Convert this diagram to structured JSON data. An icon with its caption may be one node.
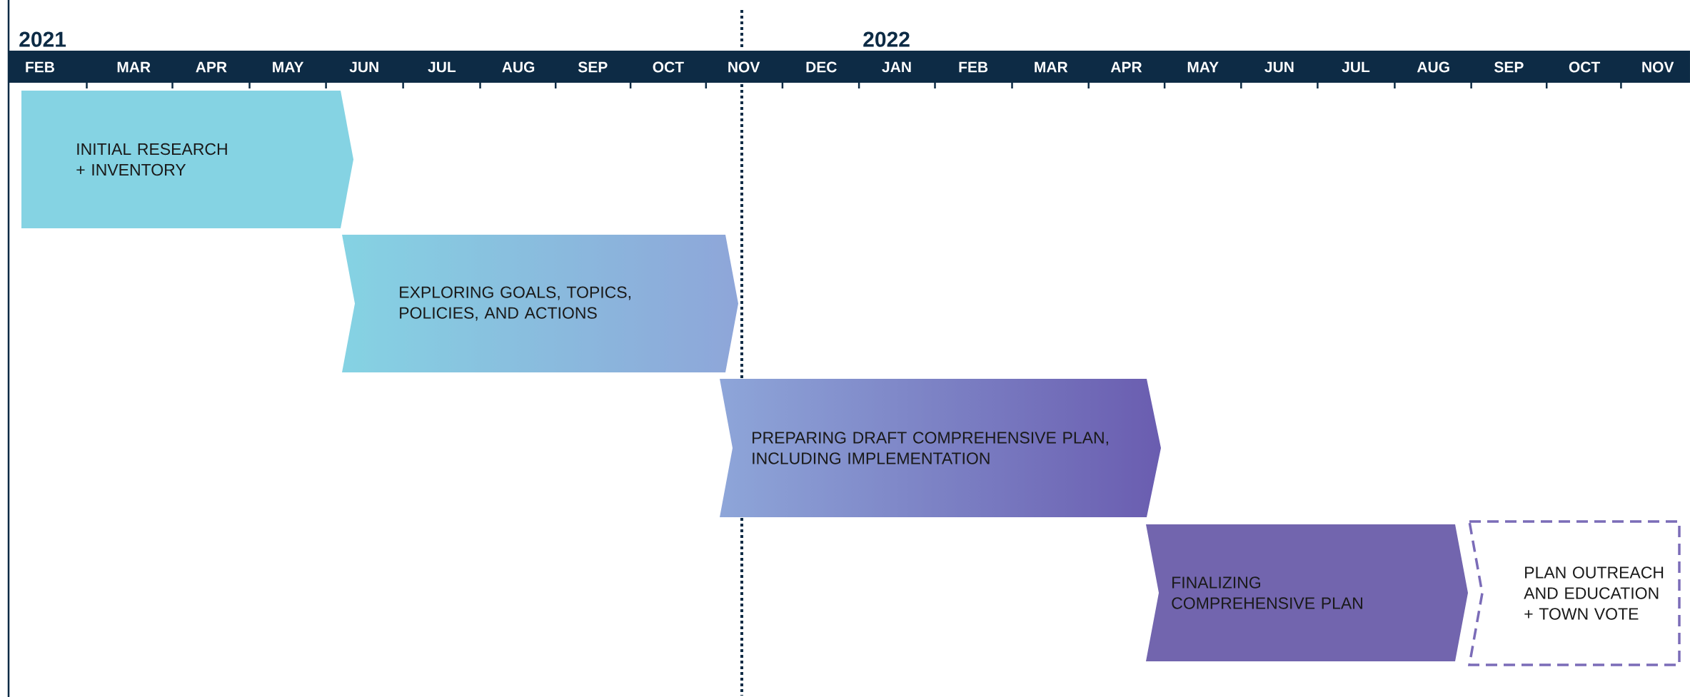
{
  "diagram": {
    "nodes": [
      {
        "text": [
          "INITIAL RESEARCH + INVENTORY"
        ]
      },
      {
        "text": [
          "EXPLORING GOALS, TOPICS, POLICIES, AND ACTIONS"
        ]
      },
      {
        "text": [
          "PREPARING DRAFT COMPREHENSIVE PLAN, INCLUDING IMPLEMENTATION"
        ]
      },
      {
        "text": [
          "FINALIZING COMPREHENSIVE PLAN"
        ]
      },
      {
        "text": [
          "PLAN OUTREACH AND EDUCATION + TOWN VOTE"
        ]
      }
    ],
    "labels": [
      "2021",
      "2022",
      "FEB",
      "MAR",
      "APR",
      "MAY",
      "JUN",
      "JUL",
      "AUG",
      "SEP",
      "OCT",
      "NOV",
      "DEC",
      "JAN",
      "FEB",
      "MAR",
      "APR",
      "MAY",
      "JUN",
      "JUL",
      "AUG",
      "SEP",
      "OCT",
      "NOV"
    ]
  }
}
